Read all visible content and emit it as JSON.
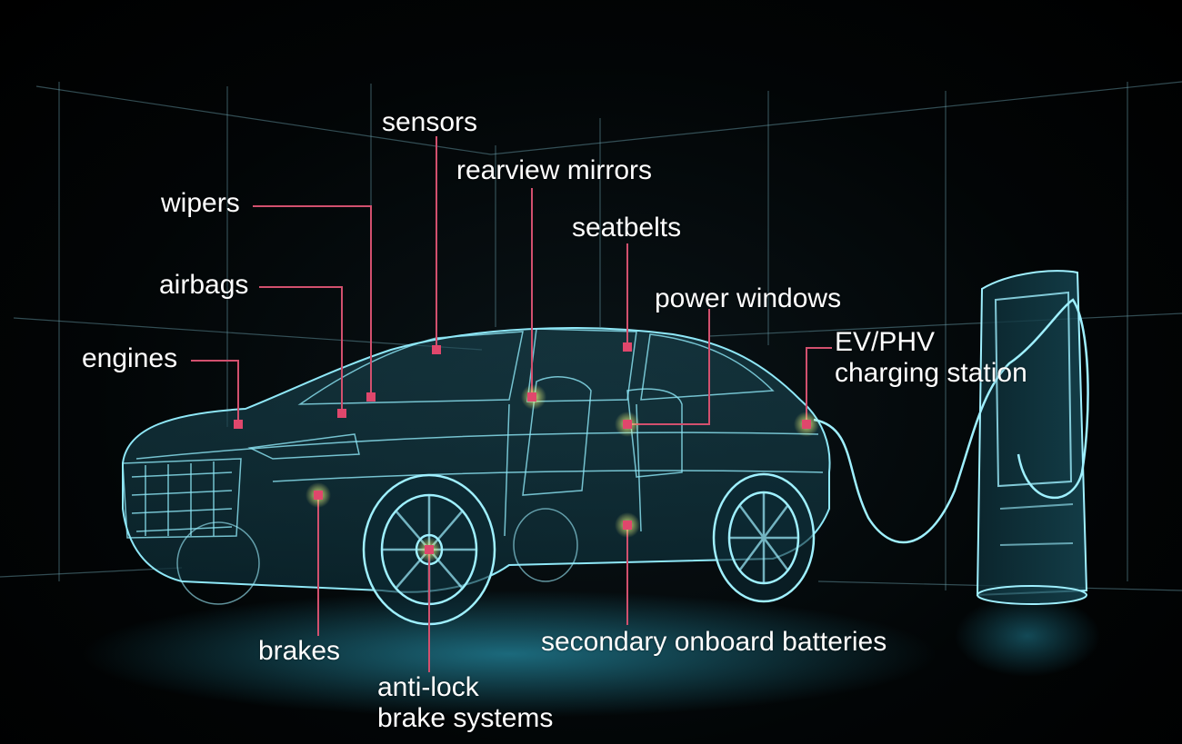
{
  "colors": {
    "background": "#000000",
    "wireframe": "#7fe3f5",
    "glow": "#2fb8d8",
    "leader": "#d2506e",
    "marker": "#e0476c",
    "marker_glow": "#c8d84a",
    "text": "#ffffff"
  },
  "labels": {
    "sensors": "sensors",
    "rearview_mirrors": "rearview mirrors",
    "wipers": "wipers",
    "seatbelts": "seatbelts",
    "airbags": "airbags",
    "power_windows": "power windows",
    "engines": "engines",
    "ev_phv_line1": "EV/PHV",
    "ev_phv_line2": "charging station",
    "brakes": "brakes",
    "secondary_batteries": "secondary onboard batteries",
    "abs_line1": "anti-lock",
    "abs_line2": "brake systems"
  }
}
